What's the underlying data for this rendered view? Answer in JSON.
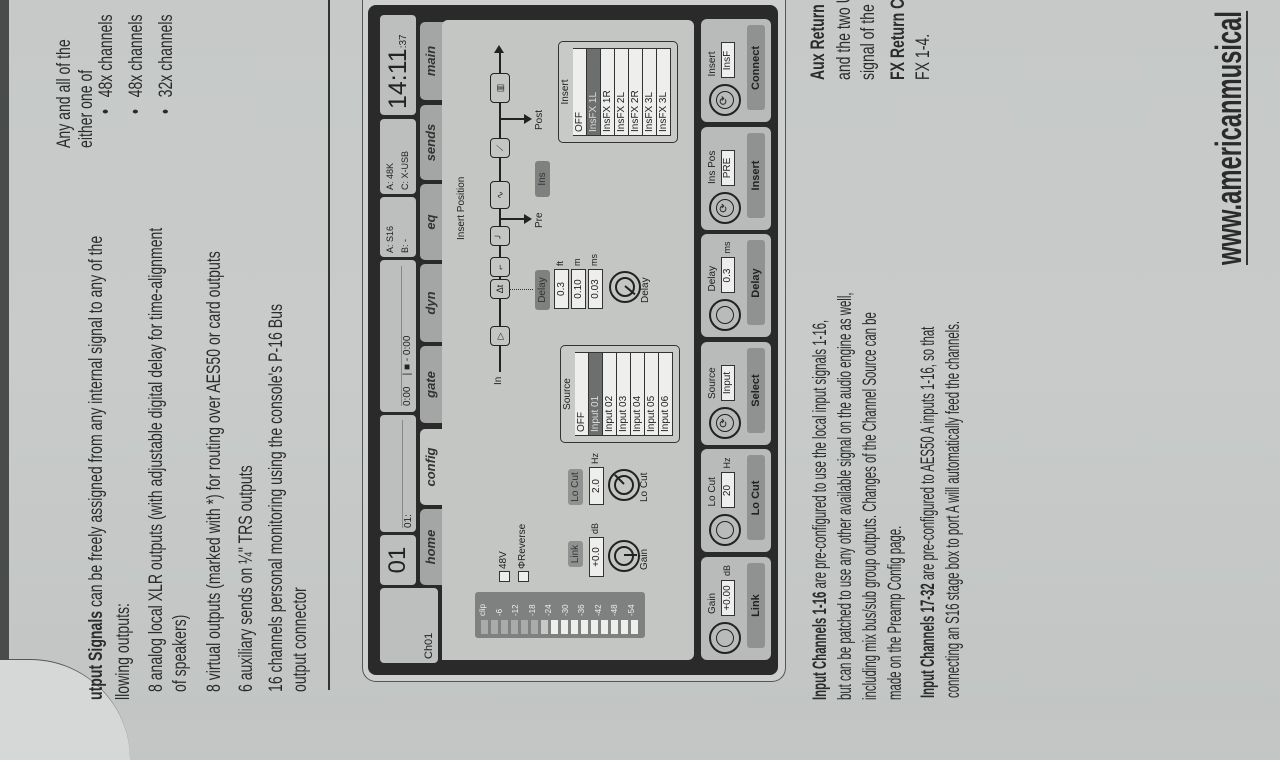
{
  "left_column": {
    "intro_bold": "utput Signals",
    "intro_rest": " can be freely assigned from any internal signal to any of the",
    "intro_line2": "llowing outputs:",
    "items": [
      [
        "8 analog local XLR outputs (with adjustable digital delay for time-alignment",
        "of speakers)"
      ],
      [
        "8 virtual outputs (marked with *) for routing over AES50 or card outputs"
      ],
      [
        "6 auxiliary sends on ¼\" TRS outputs"
      ],
      [
        "16 channels personal monitoring using the console's P-16 Bus",
        "output connector"
      ]
    ]
  },
  "right_column": {
    "lines": [
      "Any and all of the",
      "either one of"
    ],
    "bullets": [
      "48x channels",
      "48x channels",
      "32x channels"
    ]
  },
  "body": {
    "p1_bold": "Input Channels 1-16",
    "p1_lines": [
      " are pre-configured to use the local input signals 1-16,",
      "but can be patched to use any other available signal on the audio engine as well,",
      "including mix bus/sub group outputs. Changes of the Channel Source can be",
      "made on the Preamp Config page."
    ],
    "p2_bold": "Input Channels 17-32",
    "p2_lines": [
      " are pre-configured to AES50 A inputs 1-16, so that",
      "connecting an S16 stage box to port A will automatically feed the channels."
    ],
    "aux_bold": "Aux Return Ch",
    "aux_lines": [
      "and the two USB",
      "signal of the con"
    ],
    "fx_bold": "FX Return Chan",
    "fx_line": "FX 1-4."
  },
  "url": "www.americanmusical",
  "mixer": {
    "channel_name": "Ch01",
    "channel_number": "01",
    "channel_label": "01:",
    "transport": {
      "start": "0:00",
      "stop_icon": "■",
      "sep": "-",
      "end": "0:00"
    },
    "status1": {
      "a": "A: S16",
      "b": "B:  -"
    },
    "status2": {
      "a": "A: 48K",
      "c": "C: X-USB"
    },
    "clock": {
      "hm": "14:11",
      "sec": ":37"
    },
    "tabs": [
      "home",
      "config",
      "gate",
      "dyn",
      "eq",
      "sends",
      "main"
    ],
    "active_tab": "config",
    "meter_labels": [
      "clip",
      "-6",
      "-12",
      "-18",
      "-24",
      "-30",
      "-36",
      "-42",
      "-48",
      "-54"
    ],
    "checkbox_48v": "48V",
    "checkbox_reverse": "ΦReverse",
    "link_btn": "Link",
    "gain_value": "+0.0",
    "gain_unit": "dB",
    "gain_knob": "Gain",
    "locut_btn": "Lo Cut",
    "locut_value": "2.0",
    "locut_unit": "Hz",
    "locut_knob": "Lo Cut",
    "source_list": {
      "title": "Source",
      "items": [
        "OFF",
        "Input 01",
        "Input 02",
        "Input 03",
        "Input 04",
        "Input 05",
        "Input 06"
      ],
      "selected": 1
    },
    "chain": {
      "title": "Insert Position",
      "in": "In",
      "pre": "Pre",
      "post": "Post",
      "ins_btn": "Ins",
      "dt": "Δt"
    },
    "delay": {
      "btn": "Delay",
      "ft": "0.3",
      "ft_unit": "ft",
      "m": "0.10",
      "m_unit": "m",
      "ms": "0.03",
      "ms_unit": "ms",
      "knob": "Delay"
    },
    "insert_list": {
      "title": "Insert",
      "items": [
        "OFF",
        "InsFX 1L",
        "InsFX 1R",
        "InsFX 2L",
        "InsFX 2R",
        "InsFX 3L",
        "InsFX 3L"
      ],
      "selected": 1
    },
    "bottom": [
      {
        "label": "Gain",
        "value": "+0.00",
        "unit": "dB",
        "button": "Link"
      },
      {
        "label": "Lo Cut",
        "value": "20",
        "unit": "Hz",
        "button": "Lo Cut"
      },
      {
        "label": "Source",
        "value": "Input",
        "unit": "",
        "button": "Select"
      },
      {
        "label": "Delay",
        "value": "0.3",
        "unit": "ms",
        "button": "Delay"
      },
      {
        "label": "Ins Pos",
        "value": "PRE",
        "unit": "",
        "button": "Insert"
      },
      {
        "label": "Insert",
        "value": "InsF",
        "unit": "",
        "button": "Connect"
      }
    ]
  }
}
